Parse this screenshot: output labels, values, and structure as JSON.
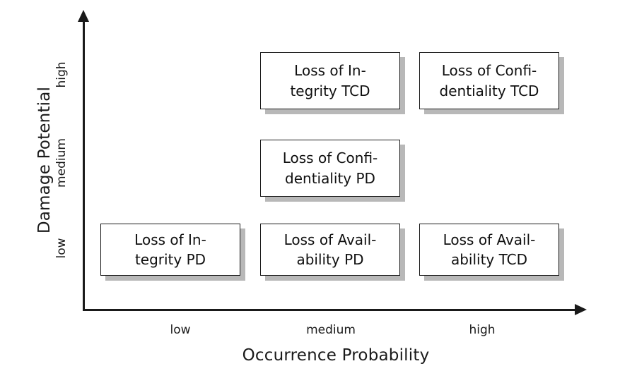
{
  "chart_data": {
    "type": "table",
    "title": "",
    "xlabel": "Occurrence Probability",
    "ylabel": "Damage Potential",
    "x_categories": [
      "low",
      "medium",
      "high"
    ],
    "y_categories": [
      "low",
      "medium",
      "high"
    ],
    "grid": false,
    "legend": "none",
    "cells": [
      {
        "x": "low",
        "y": "high",
        "label": ""
      },
      {
        "x": "medium",
        "y": "high",
        "label": "Loss of Integrity TCD"
      },
      {
        "x": "high",
        "y": "high",
        "label": "Loss of Confidentiality TCD"
      },
      {
        "x": "low",
        "y": "medium",
        "label": ""
      },
      {
        "x": "medium",
        "y": "medium",
        "label": "Loss of Confidentiality PD"
      },
      {
        "x": "high",
        "y": "medium",
        "label": ""
      },
      {
        "x": "low",
        "y": "low",
        "label": "Loss of Integrity PD"
      },
      {
        "x": "medium",
        "y": "low",
        "label": "Loss of Availability PD"
      },
      {
        "x": "high",
        "y": "low",
        "label": "Loss of Availability TCD"
      }
    ]
  },
  "axes": {
    "y_title": "Damage Potential",
    "x_title": "Occurrence Probability",
    "y_ticks": {
      "high": "high",
      "medium": "medium",
      "low": "low"
    },
    "x_ticks": {
      "low": "low",
      "medium": "medium",
      "high": "high"
    }
  },
  "boxes": {
    "integrity_tcd": {
      "line1": "Loss of In-",
      "line2": "tegrity TCD"
    },
    "confidentiality_tcd": {
      "line1": "Loss of Confi-",
      "line2": "dentiality TCD"
    },
    "confidentiality_pd": {
      "line1": "Loss of Confi-",
      "line2": "dentiality PD"
    },
    "integrity_pd": {
      "line1": "Loss of In-",
      "line2": "tegrity PD"
    },
    "availability_pd": {
      "line1": "Loss of Avail-",
      "line2": "ability PD"
    },
    "availability_tcd": {
      "line1": "Loss of Avail-",
      "line2": "ability TCD"
    }
  },
  "colors": {
    "axis": "#1a1a1a",
    "box_border": "#1a1a1a",
    "box_fill": "#ffffff",
    "box_shadow": "#b8b8b8",
    "text": "#101010",
    "background": "#ffffff"
  }
}
